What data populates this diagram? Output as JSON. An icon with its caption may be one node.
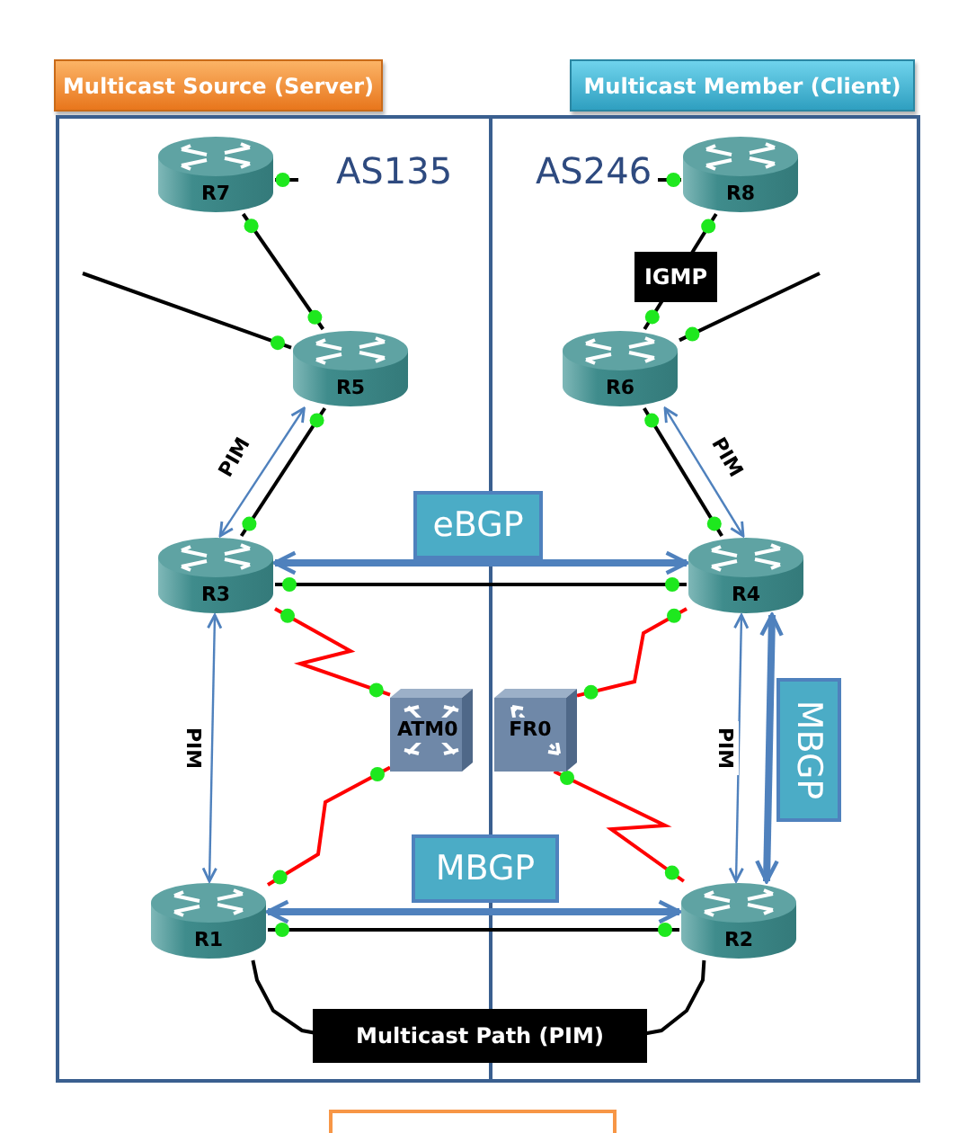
{
  "diagram": {
    "nodes": [
      {
        "text": [
          "Multicast Source (Server)"
        ]
      },
      {
        "text": [
          "Multicast Member (Client)"
        ]
      },
      {
        "text": [
          "AS135"
        ]
      },
      {
        "text": [
          "AS246"
        ]
      },
      {
        "text": [
          "R7"
        ],
        "in": 2
      },
      {
        "text": [
          "R8"
        ],
        "in": 3
      },
      {
        "text": [
          "R5"
        ],
        "in": 2
      },
      {
        "text": [
          "R6"
        ],
        "in": 3
      },
      {
        "text": [
          "R3"
        ],
        "in": 2
      },
      {
        "text": [
          "R4"
        ],
        "in": 3
      },
      {
        "text": [
          "ATM0"
        ],
        "in": 2
      },
      {
        "text": [
          "FR0"
        ],
        "in": 3
      },
      {
        "text": [
          "R1"
        ],
        "in": 2
      },
      {
        "text": [
          "R2"
        ],
        "in": 3
      }
    ],
    "edges": [
      {
        "from": 4,
        "to": 6,
        "arrow": "none"
      },
      {
        "from": 4,
        "to": null,
        "arrow": "none"
      },
      {
        "from": 5,
        "to": null,
        "arrow": "none"
      },
      {
        "from": 5,
        "to": 7,
        "label": "IGMP",
        "arrow": "none"
      },
      {
        "from": 6,
        "to": null,
        "arrow": "none"
      },
      {
        "from": 7,
        "to": null,
        "arrow": "none"
      },
      {
        "from": 6,
        "to": 8,
        "arrow": "none"
      },
      {
        "from": 6,
        "to": 8,
        "label": "PIM",
        "arrow": "both",
        "color": "#4f81bd"
      },
      {
        "from": 7,
        "to": 9,
        "arrow": "none"
      },
      {
        "from": 7,
        "to": 9,
        "label": "PIM",
        "arrow": "both",
        "color": "#4f81bd"
      },
      {
        "from": 8,
        "to": 9,
        "arrow": "none"
      },
      {
        "from": 8,
        "to": 9,
        "label": "eBGP",
        "arrow": "both",
        "style": "thick",
        "color": "#4f81bd"
      },
      {
        "from": 8,
        "to": 10,
        "arrow": "none",
        "color": "#ff0000"
      },
      {
        "from": 10,
        "to": 12,
        "arrow": "none",
        "color": "#ff0000"
      },
      {
        "from": 9,
        "to": 11,
        "arrow": "none",
        "color": "#ff0000"
      },
      {
        "from": 11,
        "to": 13,
        "arrow": "none",
        "color": "#ff0000"
      },
      {
        "from": 8,
        "to": 12,
        "label": "PIM",
        "arrow": "both",
        "color": "#4f81bd"
      },
      {
        "from": 9,
        "to": 13,
        "label": "PIM",
        "arrow": "both",
        "color": "#4f81bd"
      },
      {
        "from": 9,
        "to": 13,
        "label": "MBGP",
        "arrow": "both",
        "style": "thick",
        "color": "#4f81bd"
      },
      {
        "from": 12,
        "to": 13,
        "arrow": "none"
      },
      {
        "from": 12,
        "to": 13,
        "label": "MBGP",
        "arrow": "both",
        "style": "thick",
        "color": "#4f81bd"
      },
      {
        "from": 12,
        "to": 13,
        "label": "Multicast Path (PIM)",
        "arrow": "none"
      }
    ]
  }
}
